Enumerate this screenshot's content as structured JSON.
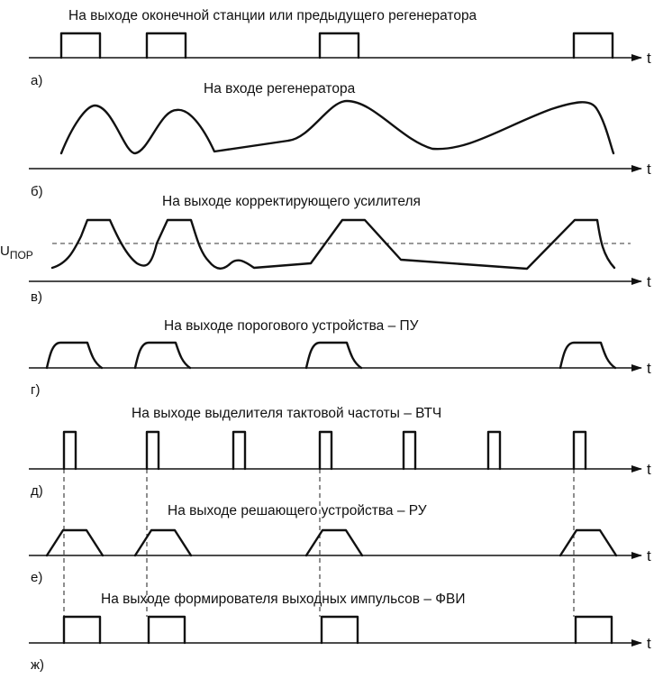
{
  "rows": [
    {
      "id": "a",
      "title": "На выходе оконечной станции или предыдущего регенератора",
      "label": "а)",
      "axis_label": "t"
    },
    {
      "id": "b",
      "title": "На входе регенератора",
      "label": "б)",
      "axis_label": "t"
    },
    {
      "id": "v",
      "title": "На выходе корректирующего усилителя",
      "label": "в)",
      "axis_label": "t",
      "threshold_main": "U",
      "threshold_sub": "ПОР"
    },
    {
      "id": "g",
      "title": "На выходе порогового устройства – ПУ",
      "label": "г)",
      "axis_label": "t"
    },
    {
      "id": "d",
      "title": "На выходе выделителя тактовой частоты – ВТЧ",
      "label": "д)",
      "axis_label": "t"
    },
    {
      "id": "e",
      "title": "На выходе решающего устройства – РУ",
      "label": "е)",
      "axis_label": "t"
    },
    {
      "id": "zh",
      "title": "На выходе формирователя выходных импульсов – ФВИ",
      "label": "ж)",
      "axis_label": "t"
    }
  ]
}
